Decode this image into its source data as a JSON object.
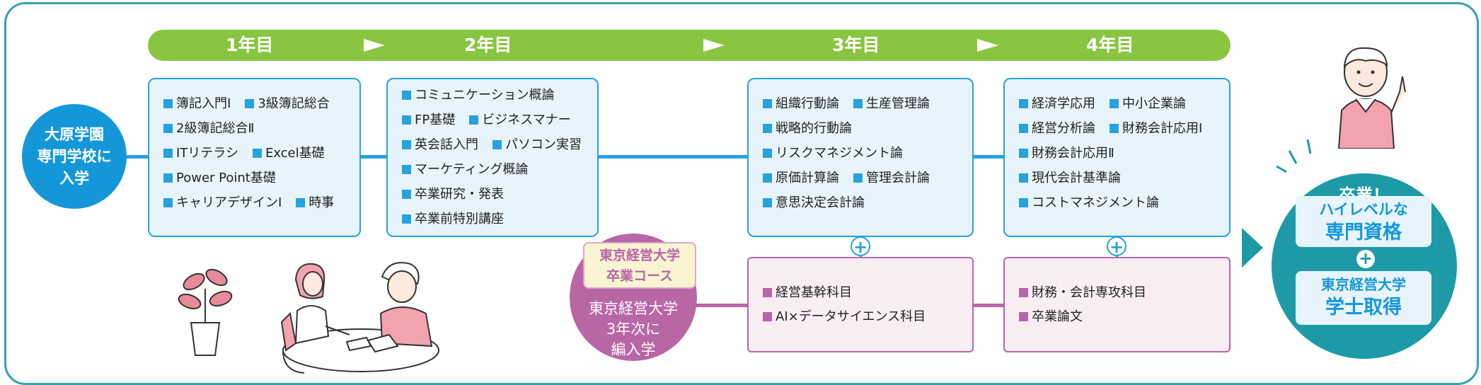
{
  "timeline": {
    "years": [
      "1年目",
      "2年目",
      "3年目",
      "4年目"
    ]
  },
  "start": {
    "lines": [
      "大原学園",
      "専門学校に",
      "入学"
    ]
  },
  "year1": {
    "rows": [
      [
        "簿記入門Ⅰ",
        "3級簿記総合"
      ],
      [
        "2級簿記総合Ⅱ"
      ],
      [
        "ITリテラシ",
        "Excel基礎"
      ],
      [
        "Power Point基礎"
      ],
      [
        "キャリアデザインⅠ",
        "時事"
      ]
    ]
  },
  "year2": {
    "rows": [
      [
        "コミュニケーション概論"
      ],
      [
        "FP基礎",
        "ビジネスマナー"
      ],
      [
        "英会話入門",
        "パソコン実習"
      ],
      [
        "マーケティング概論"
      ],
      [
        "卒業研究・発表"
      ],
      [
        "卒業前特別講座"
      ]
    ]
  },
  "year3": {
    "rows": [
      [
        "組織行動論",
        "生産管理論"
      ],
      [
        "戦略的行動論"
      ],
      [
        "リスクマネジメント論"
      ],
      [
        "原価計算論",
        "管理会計論"
      ],
      [
        "意思決定会計論"
      ]
    ],
    "extra": [
      "経営基幹科目",
      "AI×データサイエンス科目"
    ]
  },
  "year4": {
    "rows": [
      [
        "経済学応用",
        "中小企業論"
      ],
      [
        "経営分析論",
        "財務会計応用Ⅰ"
      ],
      [
        "財務会計応用Ⅱ"
      ],
      [
        "現代会計基準論"
      ],
      [
        "コストマネジメント論"
      ]
    ],
    "extra": [
      "財務・会計専攻科目",
      "卒業論文"
    ]
  },
  "course": {
    "label_lines": [
      "東京経営大学",
      "卒業コース"
    ],
    "circle_lines": [
      "東京経営大学",
      "3年次に",
      "編入学"
    ]
  },
  "graduation": {
    "title": "卒業！",
    "card1": [
      "ハイレベルな",
      "専門資格"
    ],
    "card2": [
      "東京経営大学",
      "学士取得"
    ]
  },
  "plus_symbol": "+",
  "colors": {
    "timeline_green": "#89c541",
    "blue": "#27a2dd",
    "purple": "#b866a6",
    "teal": "#1d9aa6"
  }
}
